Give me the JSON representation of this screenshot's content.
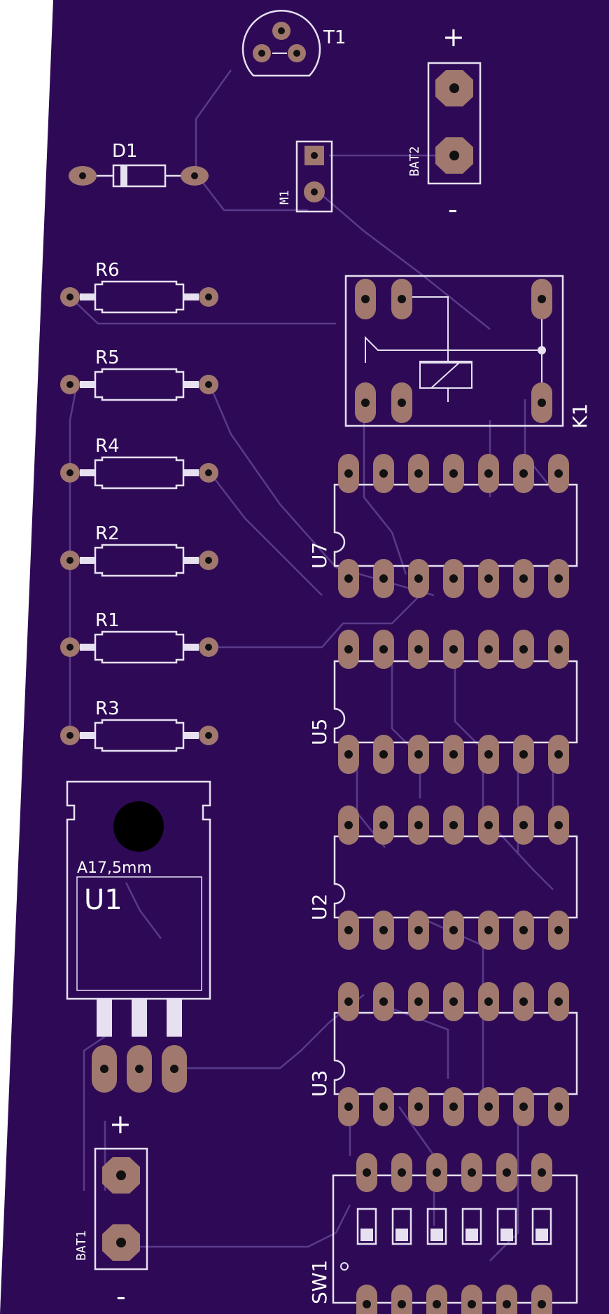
{
  "colors": {
    "background": "#ffffff",
    "board": "#2e0a56",
    "trace": "#5a3a8a",
    "silkscreen": "#e6e0f0",
    "pad": "#a0786e",
    "hole": "#111111"
  },
  "labels": {
    "t1": "T1",
    "d1": "D1",
    "m1": "M1",
    "bat2": "BAT2",
    "bat2_plus": "+",
    "bat2_minus": "-",
    "r6": "R6",
    "r5": "R5",
    "r4": "R4",
    "r2": "R2",
    "r1": "R1",
    "r3": "R3",
    "k1": "K1",
    "u7": "U7",
    "u5": "U5",
    "u2": "U2",
    "u3": "U3",
    "u1": "U1",
    "u1_heatsink": "A17,5mm",
    "bat1": "BAT1",
    "bat1_plus": "+",
    "bat1_minus": "-",
    "sw1": "SW1"
  }
}
